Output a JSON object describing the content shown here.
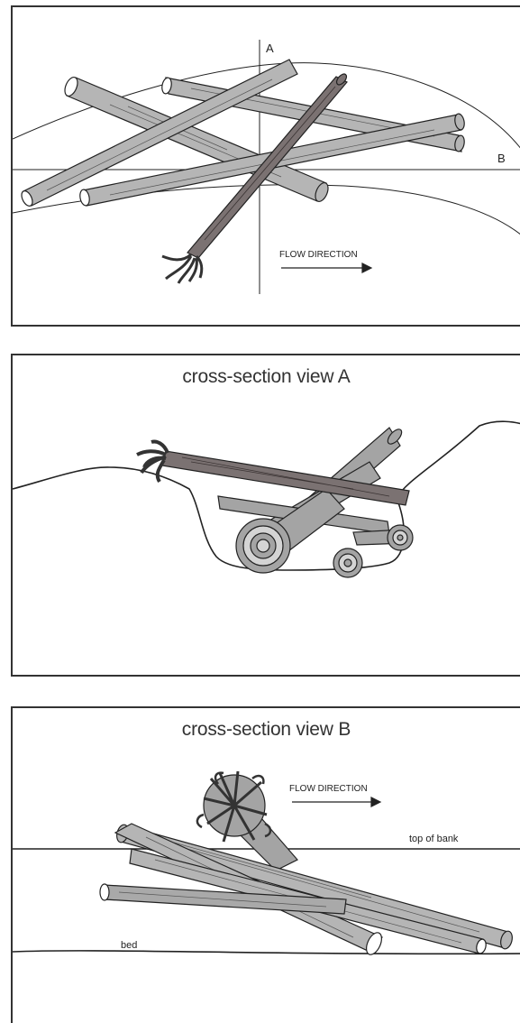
{
  "plan_view": {
    "axis_a_label": "A",
    "axis_b_label": "B",
    "flow_label": "FLOW DIRECTION"
  },
  "section_a": {
    "title": "cross-section view A"
  },
  "section_b": {
    "title": "cross-section view B",
    "flow_label": "FLOW DIRECTION",
    "top_of_bank_label": "top of bank",
    "bed_label": "bed"
  },
  "colors": {
    "log_fill": "#b5b5b5",
    "dark_log_fill": "#7b7272",
    "light_log_fill": "#a4a4a4",
    "outline": "#222222"
  }
}
